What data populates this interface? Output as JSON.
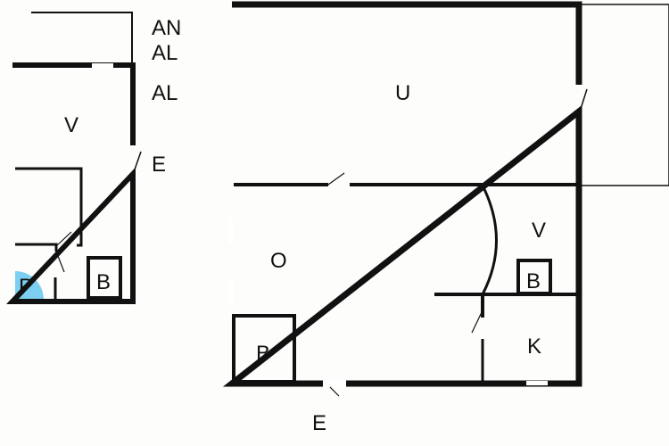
{
  "labels": {
    "an": "AN",
    "al_top": "AL",
    "al": "AL",
    "e_left": "E",
    "v_left": "V",
    "p": "P",
    "b_left": "B",
    "u": "U",
    "o": "O",
    "v_right": "V",
    "b_right": "B",
    "k": "K",
    "b_bottom": "B",
    "e_bottom": "E"
  },
  "colors": {
    "wall": "#111111",
    "p_fill": "#7ccff0"
  }
}
